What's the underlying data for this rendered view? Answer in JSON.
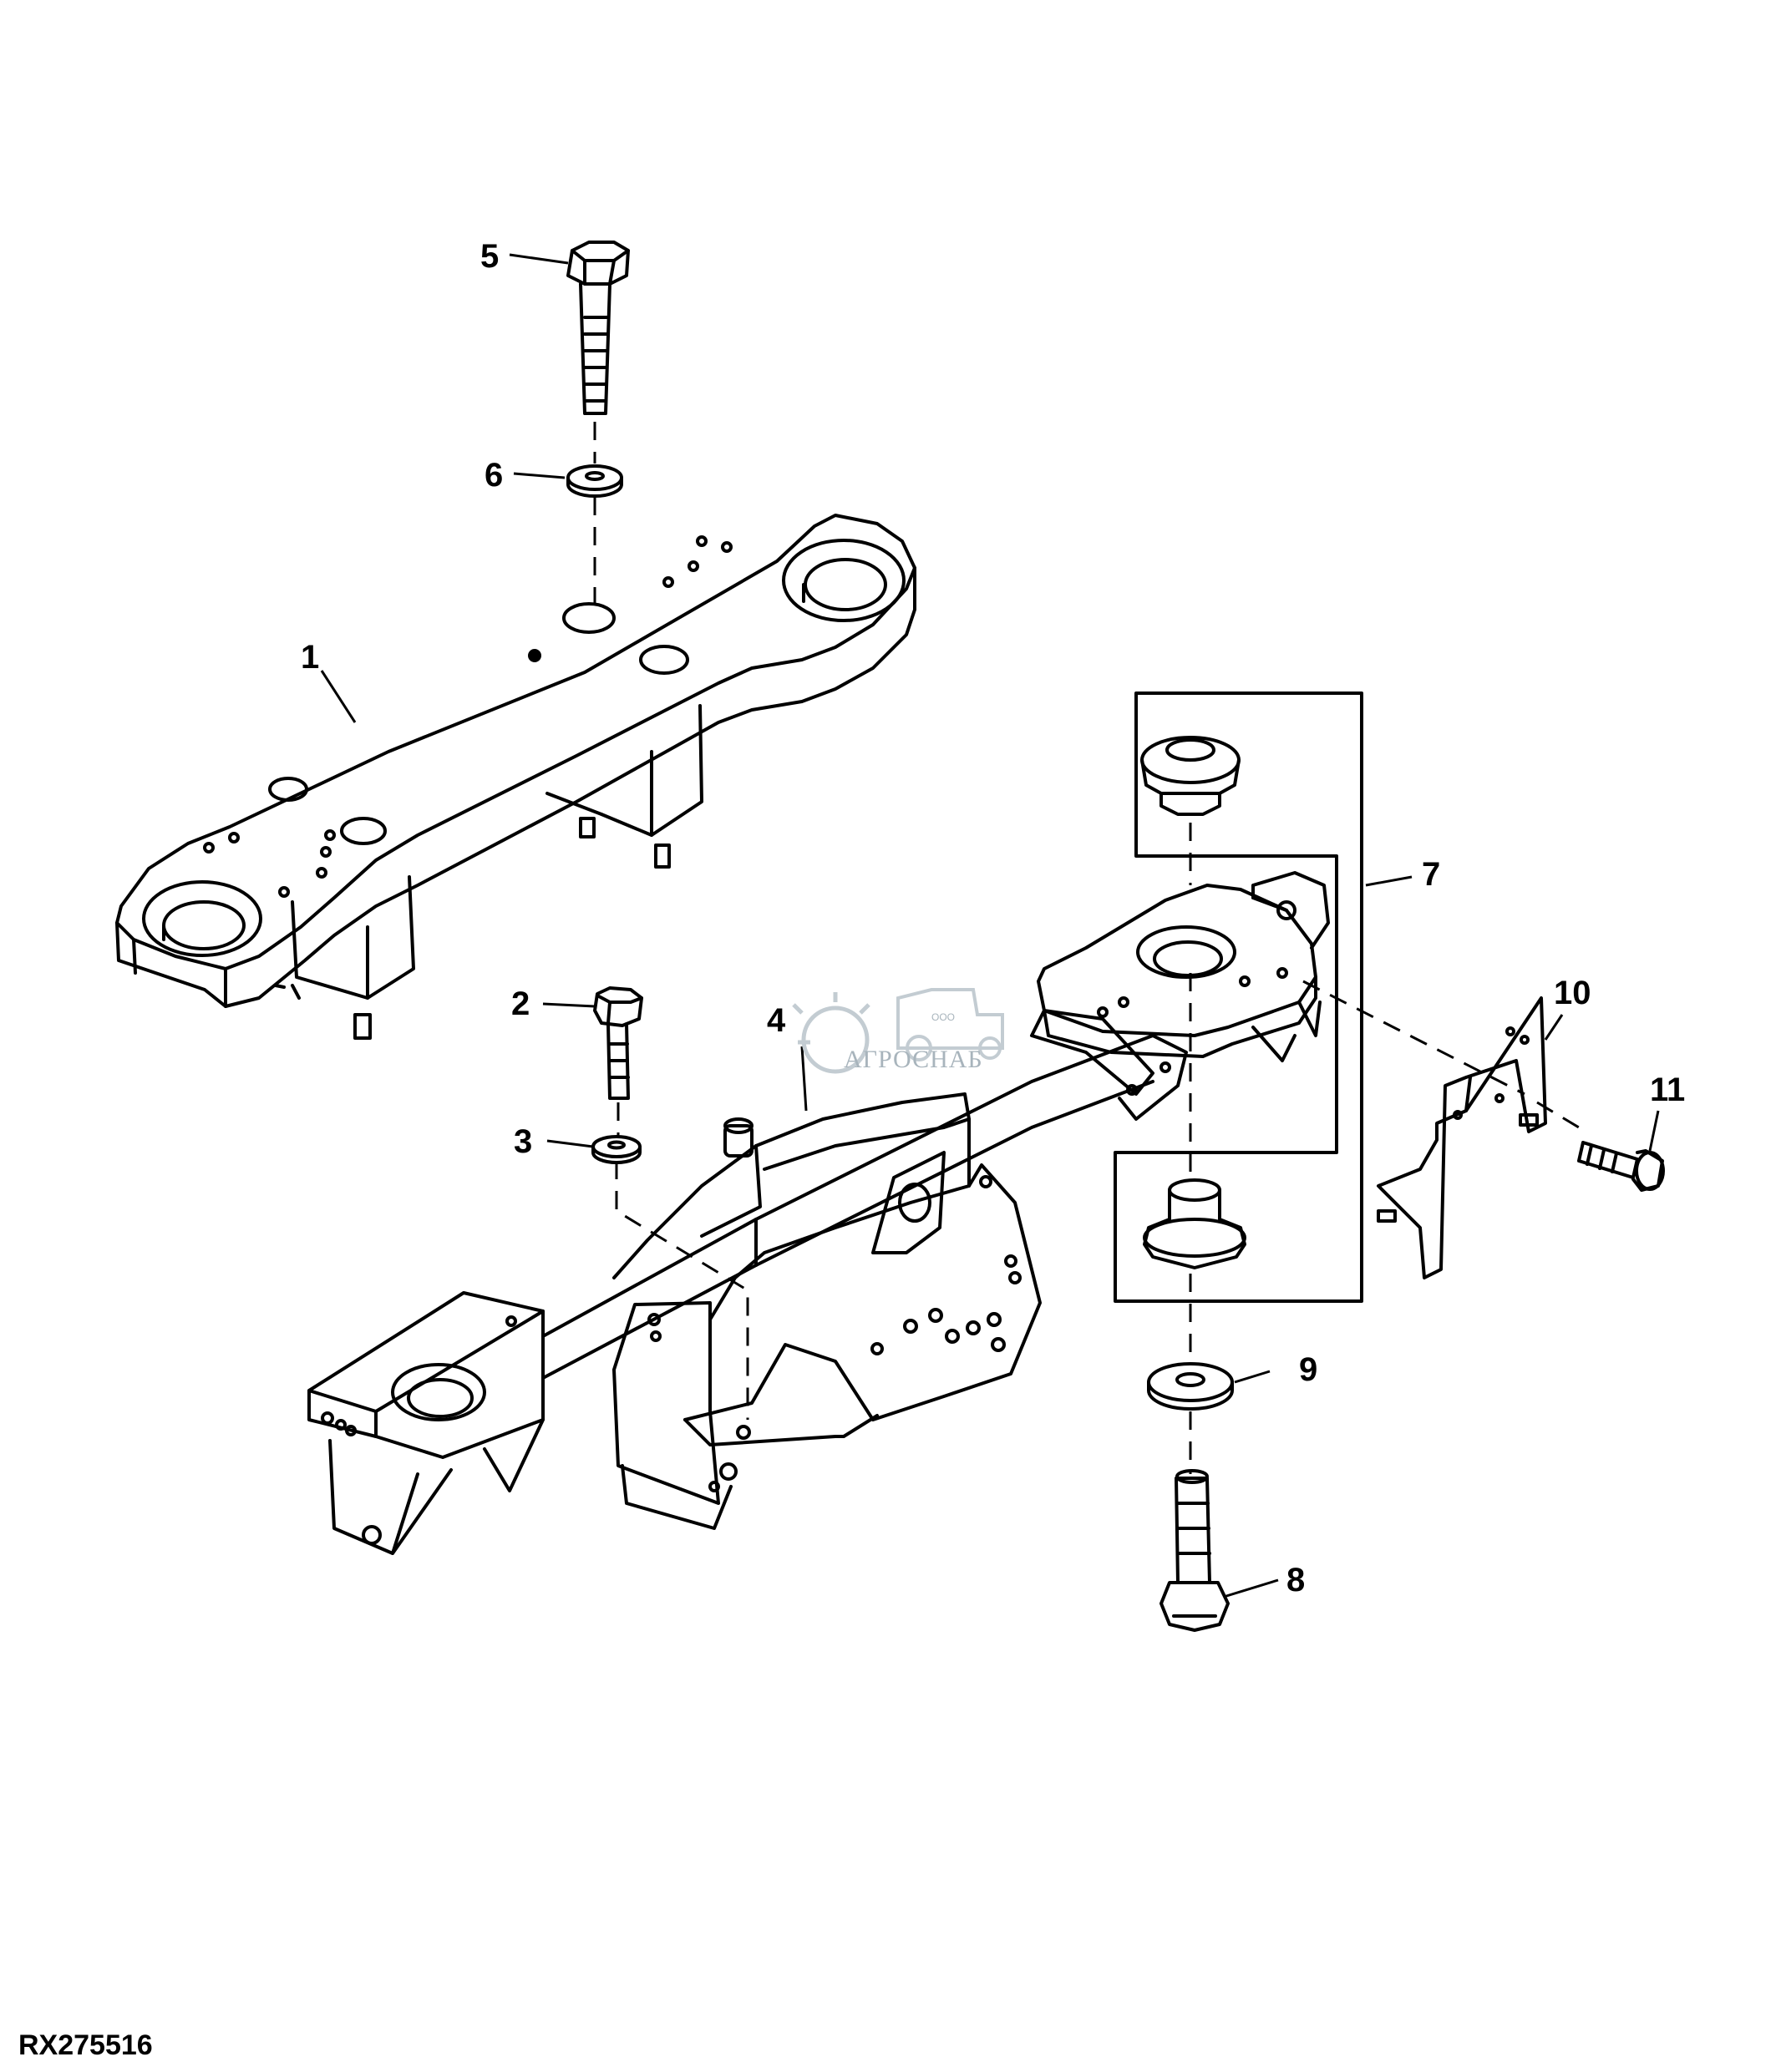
{
  "figure_id": "RX275516",
  "watermark": {
    "small": "ООО",
    "brand": "АГРОСНАБ"
  },
  "callouts": [
    {
      "id": "c1",
      "label": "1"
    },
    {
      "id": "c2",
      "label": "2"
    },
    {
      "id": "c3",
      "label": "3"
    },
    {
      "id": "c4",
      "label": "4"
    },
    {
      "id": "c5",
      "label": "5"
    },
    {
      "id": "c6",
      "label": "6"
    },
    {
      "id": "c7",
      "label": "7"
    },
    {
      "id": "c8",
      "label": "8"
    },
    {
      "id": "c9",
      "label": "9"
    },
    {
      "id": "c10",
      "label": "10"
    },
    {
      "id": "c11",
      "label": "11"
    }
  ]
}
